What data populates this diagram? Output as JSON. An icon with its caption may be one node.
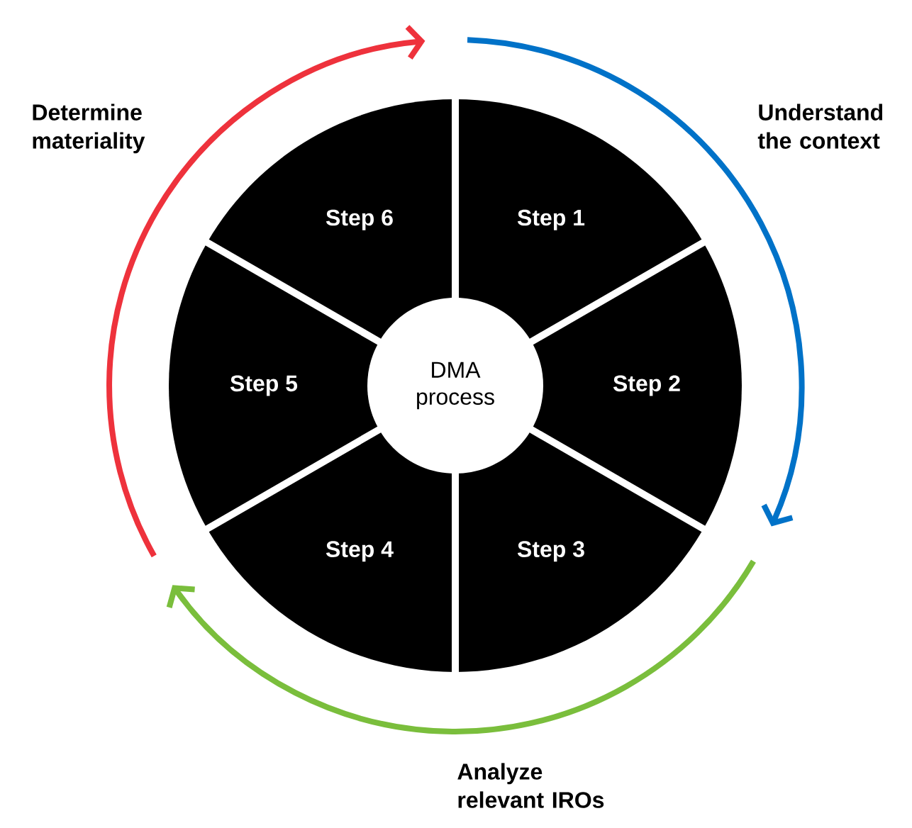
{
  "diagram": {
    "nodes": [
      {
        "text": [
          "DMA process"
        ]
      },
      {
        "text": [
          "Step 1"
        ]
      },
      {
        "text": [
          "Step 2"
        ]
      },
      {
        "text": [
          "Step 3"
        ]
      },
      {
        "text": [
          "Step 4"
        ]
      },
      {
        "text": [
          "Step 5"
        ]
      },
      {
        "text": [
          "Step 6"
        ]
      }
    ],
    "labels": [
      "Understand the context",
      "Analyze relevant IROs",
      "Determine materiality"
    ]
  }
}
